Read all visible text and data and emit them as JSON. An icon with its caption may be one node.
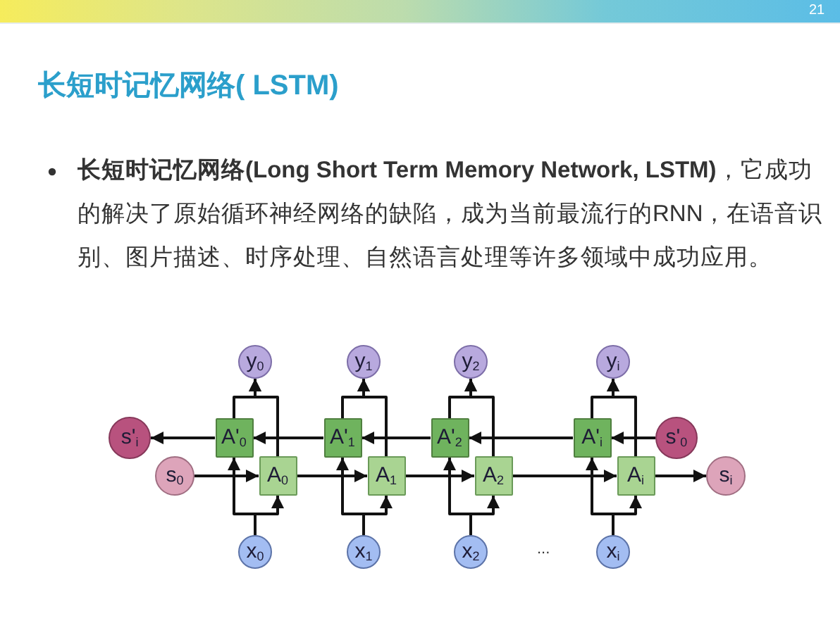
{
  "diagram": {
    "title": "长短时记忆网络( LSTM)",
    "nodes": [
      {
        "text": [
          "y$_{0}$"
        ]
      },
      {
        "text": [
          "y$_{1}$"
        ]
      },
      {
        "text": [
          "y$_{2}$"
        ]
      },
      {
        "text": [
          "y$_{i}$"
        ]
      },
      {
        "text": [
          "s'$_{i}$"
        ]
      },
      {
        "text": [
          "A'$_{0}$"
        ]
      },
      {
        "text": [
          "A'$_{1}$"
        ]
      },
      {
        "text": [
          "A'$_{2}$"
        ]
      },
      {
        "text": [
          "A'$_{i}$"
        ]
      },
      {
        "text": [
          "s'$_{0}$"
        ]
      },
      {
        "text": [
          "s$_{0}$"
        ]
      },
      {
        "text": [
          "A$_{0}$"
        ]
      },
      {
        "text": [
          "A$_{1}$"
        ]
      },
      {
        "text": [
          "A$_{2}$"
        ]
      },
      {
        "text": [
          "A$_{i}$"
        ]
      },
      {
        "text": [
          "s$_{i}$"
        ]
      },
      {
        "text": [
          "x$_{0}$"
        ]
      },
      {
        "text": [
          "x$_{1}$"
        ]
      },
      {
        "text": [
          "x$_{2}$"
        ]
      },
      {
        "text": [
          "x$_{i}$"
        ]
      }
    ],
    "edges": [
      {
        "from": 16,
        "to": 5,
        "arrow": "to"
      },
      {
        "from": 16,
        "to": 11,
        "arrow": "to"
      },
      {
        "from": 5,
        "to": 0,
        "arrow": "to"
      },
      {
        "from": 11,
        "to": 0,
        "arrow": "to"
      },
      {
        "from": 17,
        "to": 6,
        "arrow": "to"
      },
      {
        "from": 17,
        "to": 12,
        "arrow": "to"
      },
      {
        "from": 6,
        "to": 1,
        "arrow": "to"
      },
      {
        "from": 12,
        "to": 1,
        "arrow": "to"
      },
      {
        "from": 18,
        "to": 7,
        "arrow": "to"
      },
      {
        "from": 18,
        "to": 13,
        "arrow": "to"
      },
      {
        "from": 7,
        "to": 2,
        "arrow": "to"
      },
      {
        "from": 13,
        "to": 2,
        "arrow": "to"
      },
      {
        "from": 19,
        "to": 8,
        "arrow": "to"
      },
      {
        "from": 19,
        "to": 14,
        "arrow": "to"
      },
      {
        "from": 8,
        "to": 3,
        "arrow": "to"
      },
      {
        "from": 14,
        "to": 3,
        "arrow": "to"
      },
      {
        "from": 10,
        "to": 11,
        "arrow": "to"
      },
      {
        "from": 11,
        "to": 12,
        "arrow": "to"
      },
      {
        "from": 12,
        "to": 13,
        "arrow": "to"
      },
      {
        "from": 13,
        "to": 14,
        "arrow": "to"
      },
      {
        "from": 14,
        "to": 15,
        "arrow": "to"
      },
      {
        "from": 9,
        "to": 8,
        "arrow": "to"
      },
      {
        "from": 8,
        "to": 7,
        "arrow": "to"
      },
      {
        "from": 7,
        "to": 6,
        "arrow": "to"
      },
      {
        "from": 6,
        "to": 5,
        "arrow": "to"
      },
      {
        "from": 5,
        "to": 4,
        "arrow": "to"
      }
    ],
    "labels": [
      "21",
      "**长短时记忆网络(Long Short Term Memory Network, LSTM)**，它成功的解决了原始循环神经网络的缺陷，成为当前最流行的RNN，在语音识别、图片描述、时序处理、自然语言处理等许多领域中成功应用。",
      "..."
    ]
  }
}
